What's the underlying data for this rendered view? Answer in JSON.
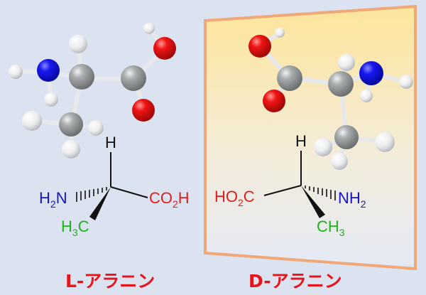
{
  "colors": {
    "background": "#dce3f0",
    "mirror_border": "#f0a878",
    "mirror_top": "#fde59a",
    "mirror_bottom": "#e4eaf6",
    "carbon": "#9aa0a0",
    "hydrogen": "#f4f4f4",
    "nitrogen": "#1010e0",
    "oxygen": "#e01010",
    "label_red": "#e8141b",
    "amine_blue": "#1414c8",
    "acid_red": "#e01e1e",
    "methyl_green": "#20b020",
    "bond_black": "#111111"
  },
  "molecules": [
    {
      "name": "L-alanine",
      "label": "L-アラニン",
      "formula": {
        "h_top": "H",
        "amine": "H2N",
        "amine_parts": [
          "H",
          "2",
          "N"
        ],
        "acid": "CO2H",
        "acid_parts": [
          "CO",
          "2",
          "H"
        ],
        "methyl": "H3C",
        "methyl_parts": [
          "H",
          "3",
          "C"
        ]
      }
    },
    {
      "name": "D-alanine",
      "label": "D-アラニン",
      "formula": {
        "h_top": "H",
        "acid": "HO2C",
        "acid_parts": [
          "HO",
          "2",
          "C"
        ],
        "amine": "NH2",
        "amine_parts": [
          "NH",
          "2"
        ],
        "methyl": "CH3",
        "methyl_parts": [
          "CH",
          "3"
        ]
      }
    }
  ]
}
